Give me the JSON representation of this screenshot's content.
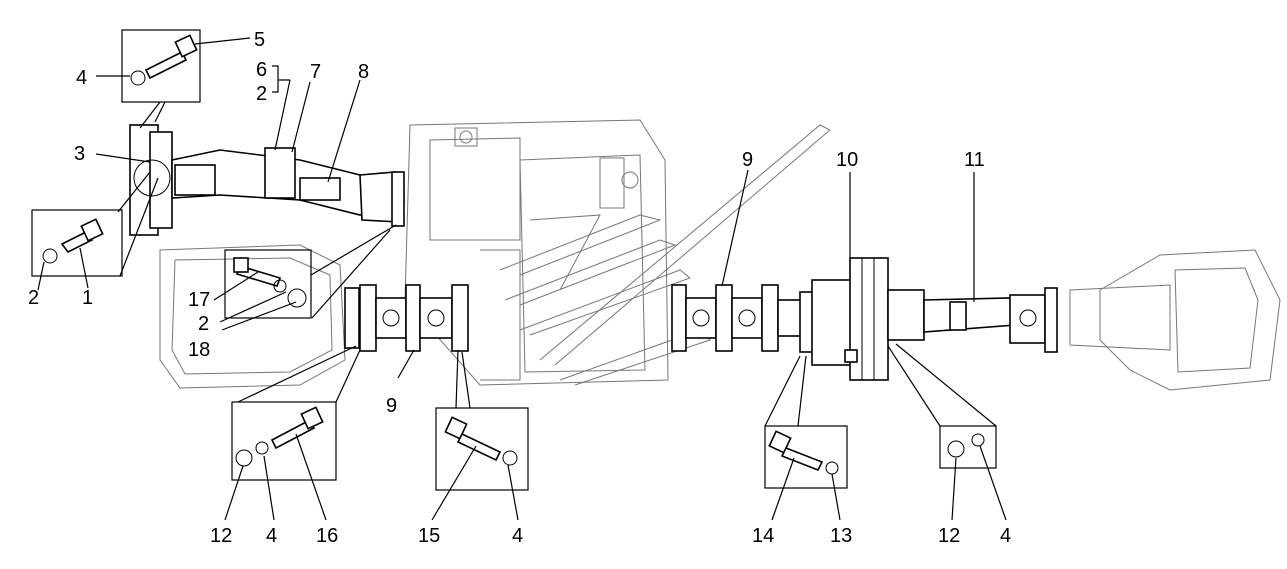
{
  "callouts": {
    "c5": "5",
    "c4a": "4",
    "c6": "6",
    "c2a": "2",
    "c7": "7",
    "c8": "8",
    "c3": "3",
    "c2b": "2",
    "c1": "1",
    "c17": "17",
    "c2c": "2",
    "c18": "18",
    "c9a": "9",
    "c10": "10",
    "c11": "11",
    "c9b": "9",
    "c12a": "12",
    "c4b": "4",
    "c16": "16",
    "c15": "15",
    "c4c": "4",
    "c14": "14",
    "c13": "13",
    "c12b": "12",
    "c4d": "4"
  }
}
